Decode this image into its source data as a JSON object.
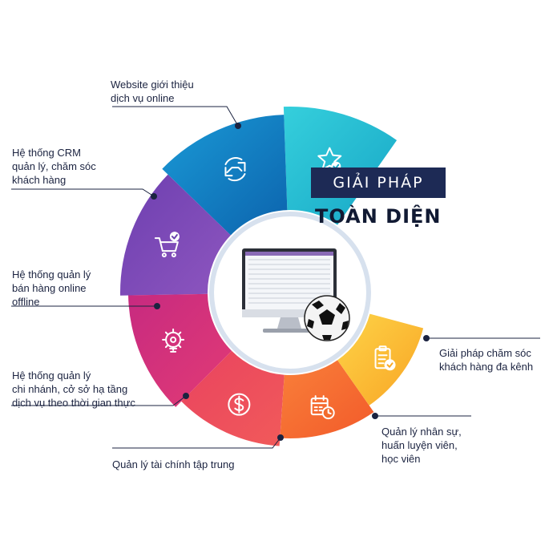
{
  "title": {
    "line1": "GIẢI PHÁP",
    "line2": "TOÀN DIỆN"
  },
  "segments": [
    {
      "id": "web",
      "label": "Website giới thiệu\ndịch vụ online",
      "color1": "#2fc4d6",
      "color2": "#19a9c8",
      "icon": "star-check-icon"
    },
    {
      "id": "crm",
      "label": "Hệ thống CRM\nquản lý, chăm sóc\nkhách hàng",
      "color1": "#1e8fd0",
      "color2": "#0d6fb6",
      "icon": "handshake-cycle-icon"
    },
    {
      "id": "sales",
      "label": "Hệ thống quản lý\nbán hàng online\noffline",
      "color1": "#7b4bb3",
      "color2": "#5e3a9e",
      "icon": "shopping-cart-check-icon"
    },
    {
      "id": "branch",
      "label": "Hệ thống quản lý\nchi nhánh, cở sở hạ tầng\ndịch vụ theo thời gian thực",
      "color1": "#d8337e",
      "color2": "#b5236f",
      "icon": "lightbulb-gear-icon"
    },
    {
      "id": "finance",
      "label": "Quản lý tài chính tập trung",
      "color1": "#ef4e63",
      "color2": "#e23a58",
      "icon": "dollar-coin-icon"
    },
    {
      "id": "hr",
      "label": "Quản lý nhân sự,\nhuấn luyện viên,\nhọc viên",
      "color1": "#f7893a",
      "color2": "#f26b2d",
      "icon": "calendar-clock-icon"
    },
    {
      "id": "care",
      "label": "Giải pháp chăm sóc\nkhách hàng đa kênh",
      "color1": "#fcc93a",
      "color2": "#f9a825",
      "icon": "clipboard-check-icon"
    }
  ]
}
